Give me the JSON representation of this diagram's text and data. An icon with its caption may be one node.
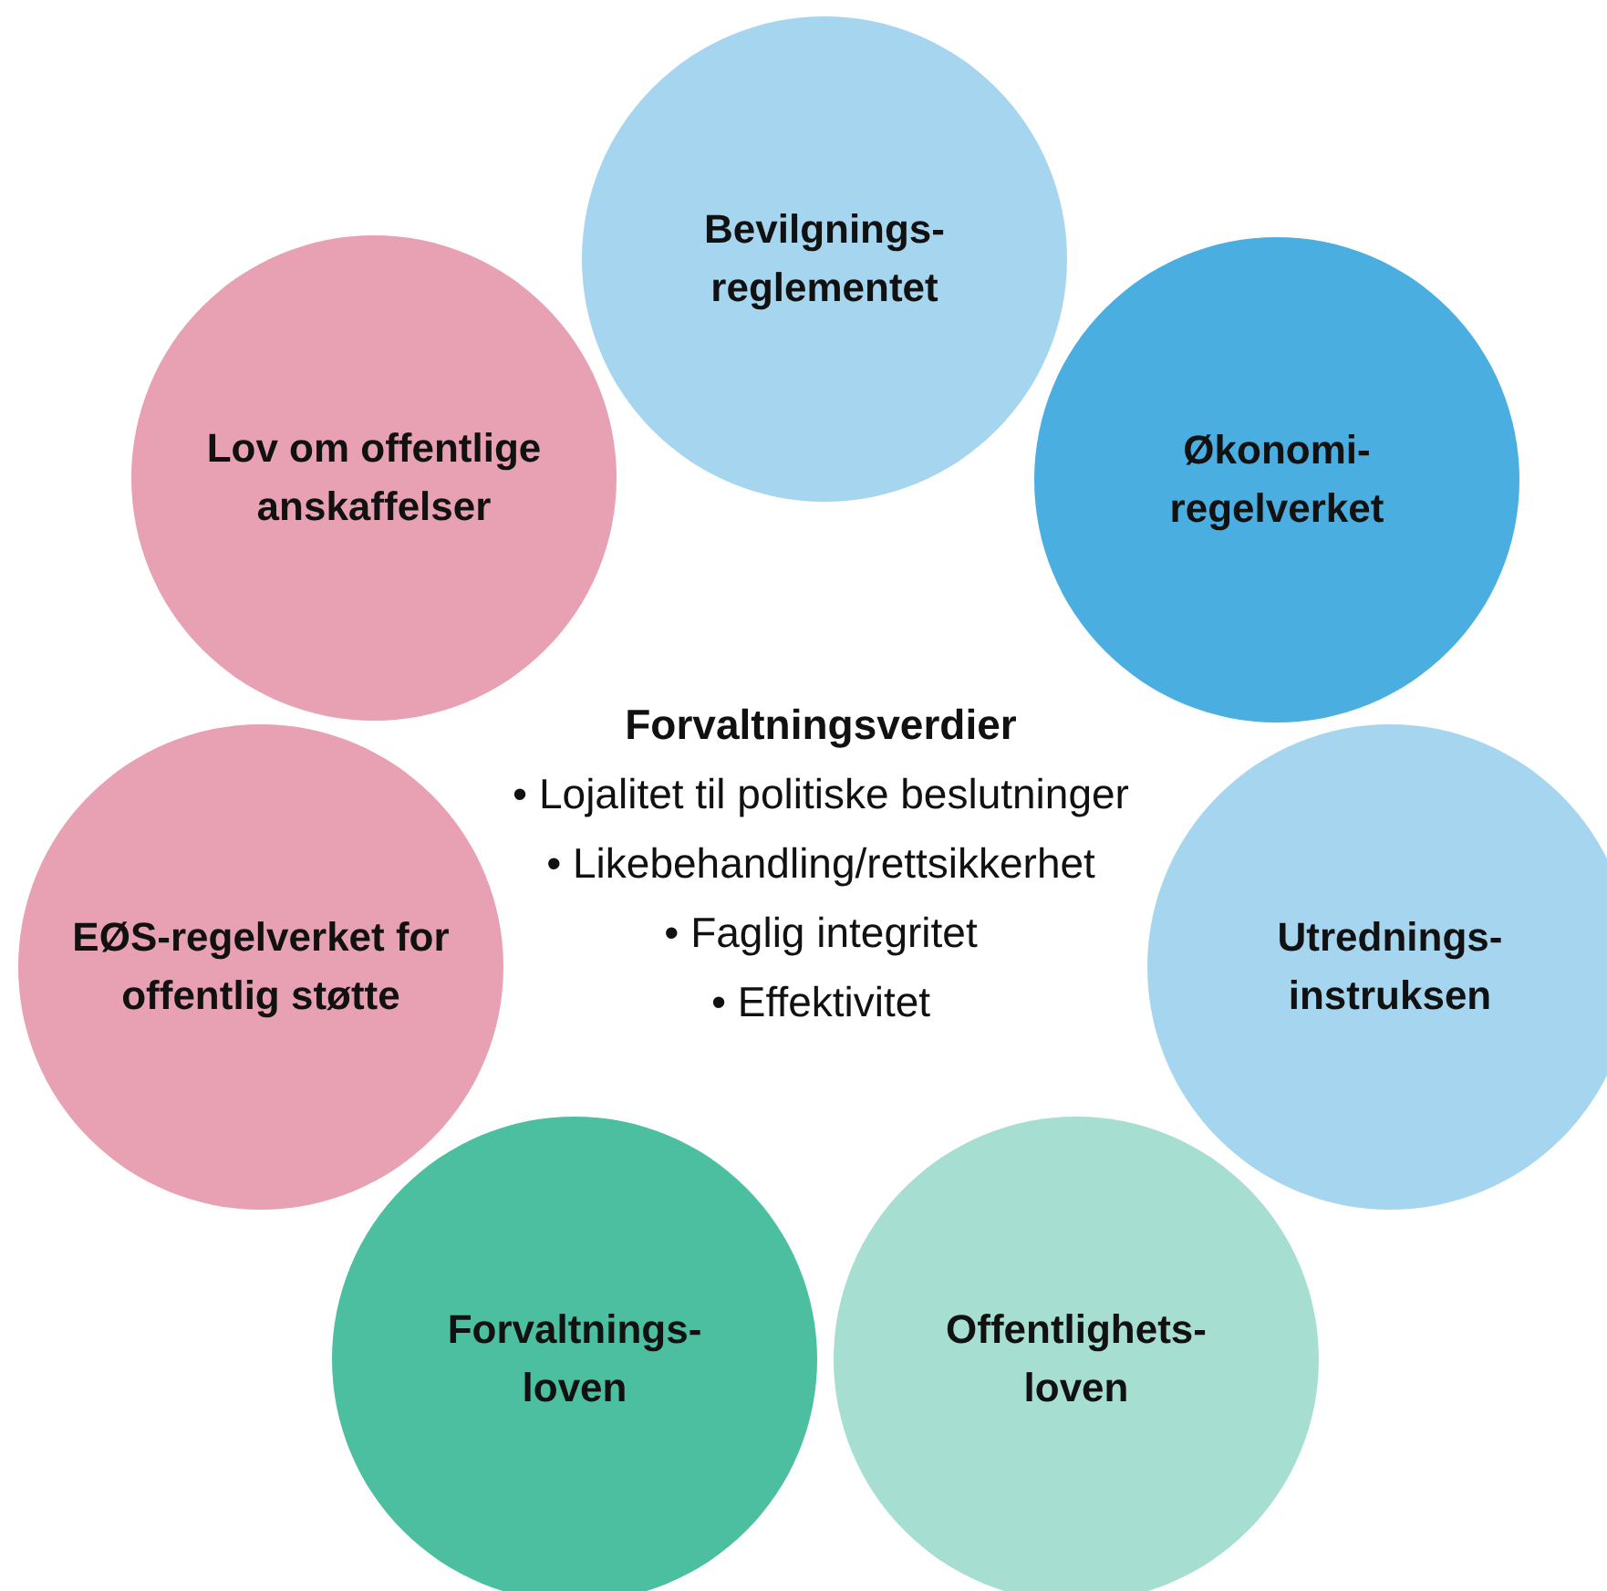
{
  "diagram": {
    "nodes": [
      {
        "text": [
          "Bevilgnings- reglementet"
        ]
      },
      {
        "text": [
          "Økonomi- regelverket"
        ]
      },
      {
        "text": [
          "Utrednings- instruksen"
        ]
      },
      {
        "text": [
          "Offentlighets- loven"
        ]
      },
      {
        "text": [
          "Forvaltnings- loven"
        ]
      },
      {
        "text": [
          "EØS-regelverket for offentlig støtte"
        ]
      },
      {
        "text": [
          "Lov om offentlige anskaffelser"
        ]
      }
    ],
    "labels": [
      "Forvaltningsverdier",
      "• Lojalitet til politiske beslutninger",
      "• Likebehandling/rettsikkerhet",
      "• Faglig integritet",
      "• Effektivitet"
    ]
  }
}
